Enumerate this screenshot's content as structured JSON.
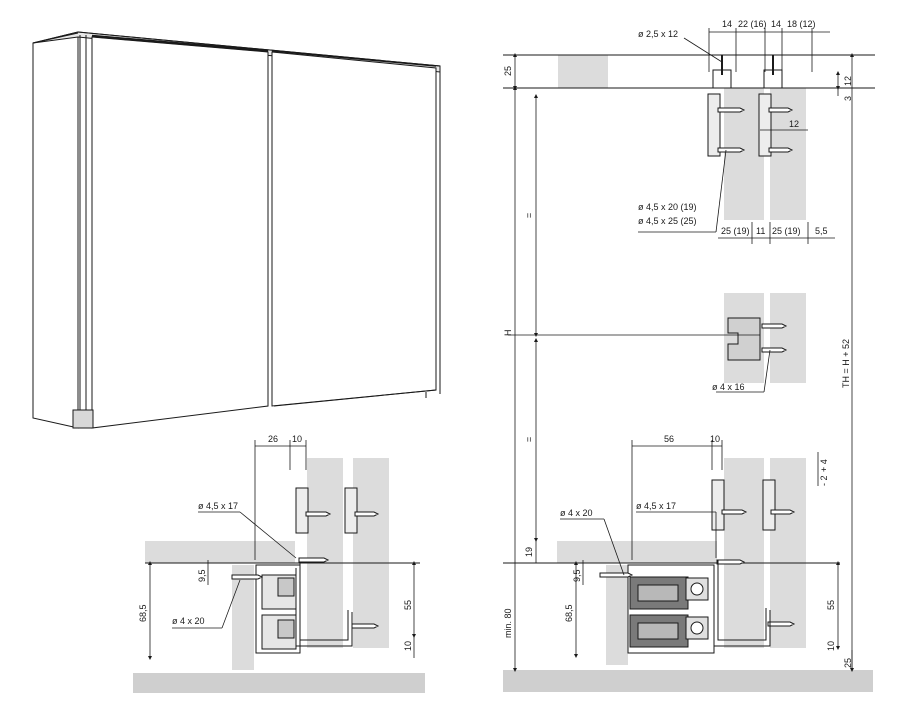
{
  "title": "",
  "top_dims": [
    "14",
    "22 (16)",
    "14",
    "18 (12)"
  ],
  "screw_top": "ø 2,5 x 12",
  "left_side": {
    "top": "25",
    "height": "H",
    "eq_upper": "=",
    "eq_lower": "=",
    "bottom_offset": "19",
    "min": "min. 80"
  },
  "right_side": {
    "total": "TH = H + 52",
    "top_a": "12",
    "top_b": "3",
    "bottom": "25",
    "pm_plus": "+ 4",
    "pm_minus": "- 2"
  },
  "upper_detail": {
    "spacing": "12",
    "screws_1": "ø 4,5 x 20 (19)",
    "screws_2": "ø 4,5 x 25 (25)",
    "bottom_dims": [
      "25 (19)",
      "11",
      "25 (19)",
      "5,5"
    ]
  },
  "mid_detail": {
    "screw": "ø 4 x 16"
  },
  "lower_left": {
    "top_dims": [
      "26",
      "10"
    ],
    "screw_a": "ø 4,5 x 17",
    "screw_b": "ø 4 x 20",
    "dim_95": "9,5",
    "dim_685": "68,5",
    "dim_55": "55",
    "dim_10": "10"
  },
  "lower_right": {
    "top_dims": [
      "56",
      "10"
    ],
    "screw_a": "ø 4,5 x 17",
    "screw_b": "ø 4 x 20",
    "dim_95": "9,5",
    "dim_685": "68,5",
    "dim_55": "55",
    "dim_10": "10"
  },
  "colors": {
    "line": "#1a1a1a",
    "panel": "#dcdcdc",
    "floor": "#cfcfcf",
    "metal": "#b8b8b8"
  }
}
